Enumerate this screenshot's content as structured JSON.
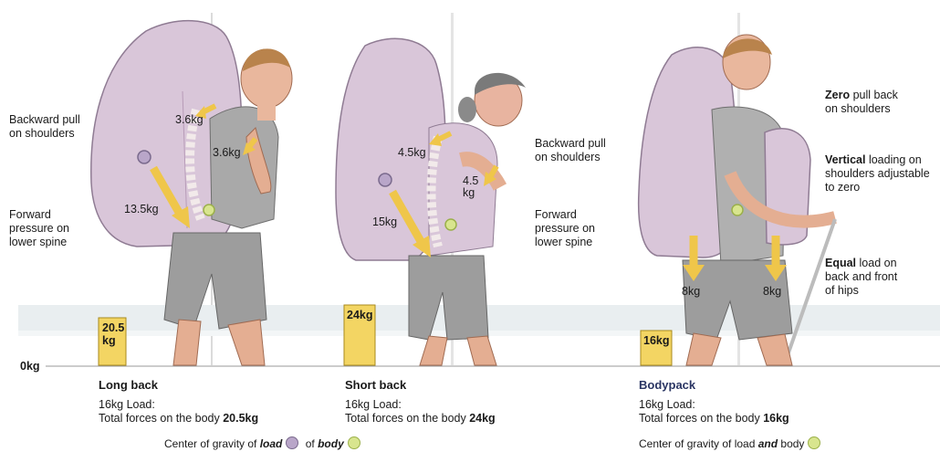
{
  "zero_label": "0kg",
  "panels": [
    {
      "bar_value": "20.5\nkg",
      "title": "Long back",
      "load_line": "16kg Load:",
      "total_prefix": "Total forces on the body ",
      "total_value": "20.5kg",
      "labels": {
        "pull": "Backward pull\non shoulders",
        "pressure": "Forward\npressure on\nlower spine"
      },
      "forces": [
        "3.6kg",
        "3.6kg",
        "13.5kg"
      ]
    },
    {
      "bar_value": "24kg",
      "title": "Short back",
      "load_line": "16kg Load:",
      "total_prefix": "Total forces on the body ",
      "total_value": "24kg",
      "labels": {
        "pull": "Backward pull\non shoulders",
        "pressure": "Forward\npressure on\nlower spine"
      },
      "forces": [
        "4.5kg",
        "4.5\nkg",
        "15kg"
      ]
    },
    {
      "bar_value": "16kg",
      "title": "Bodypack",
      "load_line": "16kg Load:",
      "total_prefix": "Total forces on the body ",
      "total_value": "16kg",
      "labels": {
        "zero_bold": "Zero",
        "zero_rest": " pull back\non shoulders",
        "vertical_bold": "Vertical",
        "vertical_rest": " loading on\nshoulders adjustable\nto zero",
        "equal_bold": "Equal",
        "equal_rest": " load on\nback and front\nof hips"
      },
      "forces": [
        "8kg",
        "8kg"
      ]
    }
  ],
  "legend_left": {
    "prefix": "Center of gravity of ",
    "load_word": "load",
    "of_word": " of ",
    "body_word": "body"
  },
  "legend_right": {
    "prefix": "Center of gravity of load ",
    "and_word": "and",
    "suffix": " body"
  },
  "colors": {
    "bar": "#f3d563",
    "bar_border": "#a88a1e",
    "arrow": "#efc64a",
    "pack": "#d9c6d9",
    "pack_stroke": "#8f7b93",
    "cog_load": "#b9a6c9",
    "cog_body": "#d8e58e"
  }
}
